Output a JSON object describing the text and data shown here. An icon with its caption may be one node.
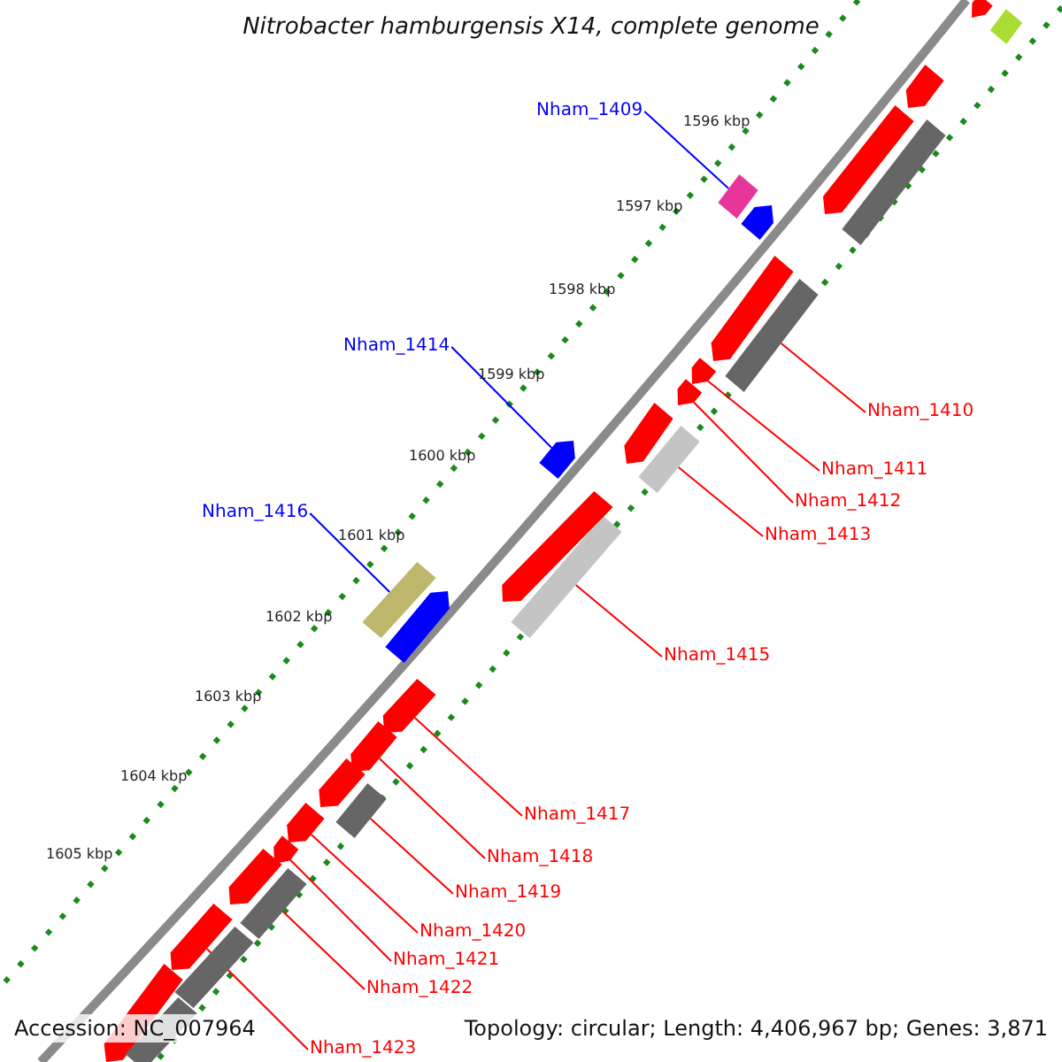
{
  "diagram": {
    "title": "Nitrobacter hamburgensis X14, complete genome",
    "nodes": [
      {
        "text": [
          "Nham_1409"
        ]
      },
      {
        "text": [],
        "shape": "bar"
      },
      {
        "text": [
          "Nham_1410"
        ]
      },
      {
        "text": [],
        "shape": "bar"
      },
      {
        "text": [
          "Nham_1411"
        ]
      },
      {
        "text": [],
        "shape": "bar"
      },
      {
        "text": [
          "Nham_1412"
        ]
      },
      {
        "text": [],
        "shape": "bar"
      },
      {
        "text": [
          "Nham_1413"
        ]
      },
      {
        "text": [],
        "shape": "bar"
      },
      {
        "text": [
          "Nham_1414"
        ]
      },
      {
        "text": [],
        "shape": "bar"
      },
      {
        "text": [
          "Nham_1415"
        ]
      },
      {
        "text": [],
        "shape": "bar"
      },
      {
        "text": [
          "Nham_1416"
        ]
      },
      {
        "text": [],
        "shape": "bar"
      },
      {
        "text": [
          "Nham_1417"
        ]
      },
      {
        "text": [],
        "shape": "bar"
      },
      {
        "text": [
          "Nham_1418"
        ]
      },
      {
        "text": [],
        "shape": "bar"
      },
      {
        "text": [
          "Nham_1419"
        ]
      },
      {
        "text": [],
        "shape": "bar"
      },
      {
        "text": [
          "Nham_1420"
        ]
      },
      {
        "text": [],
        "shape": "bar"
      },
      {
        "text": [
          "Nham_1421"
        ]
      },
      {
        "text": [],
        "shape": "bar"
      },
      {
        "text": [
          "Nham_1422"
        ]
      },
      {
        "text": [],
        "shape": "bar"
      },
      {
        "text": [
          "Nham_1423"
        ]
      },
      {
        "text": [],
        "shape": "bar"
      },
      {
        "text": [],
        "shape": "bar"
      },
      {
        "text": [],
        "shape": "bar"
      },
      {
        "text": [],
        "shape": "bar"
      },
      {
        "text": [],
        "shape": "bar"
      },
      {
        "text": [],
        "shape": "bar"
      },
      {
        "text": [],
        "shape": "bar"
      },
      {
        "text": [],
        "shape": "bar"
      },
      {
        "text": [],
        "shape": "bar"
      },
      {
        "text": [],
        "shape": "bar"
      },
      {
        "text": [],
        "shape": "bar"
      },
      {
        "text": [],
        "shape": "bar"
      },
      {
        "text": [],
        "shape": "bar"
      },
      {
        "text": [],
        "shape": "bar"
      },
      {
        "text": [],
        "shape": "bar"
      },
      {
        "text": [],
        "shape": "bar"
      }
    ],
    "edges": [
      {
        "from": 0,
        "to": 1,
        "arrow": "none",
        "color": "#0000ff"
      },
      {
        "from": 2,
        "to": 3,
        "arrow": "none"
      },
      {
        "from": 4,
        "to": 5,
        "arrow": "none"
      },
      {
        "from": 6,
        "to": 7,
        "arrow": "none"
      },
      {
        "from": 8,
        "to": 9,
        "arrow": "none"
      },
      {
        "from": 10,
        "to": 11,
        "arrow": "none",
        "color": "#0000ff"
      },
      {
        "from": 12,
        "to": 13,
        "arrow": "none"
      },
      {
        "from": 14,
        "to": 15,
        "arrow": "none",
        "color": "#0000ff"
      },
      {
        "from": 16,
        "to": 17,
        "arrow": "none"
      },
      {
        "from": 18,
        "to": 19,
        "arrow": "none"
      },
      {
        "from": 20,
        "to": 21,
        "arrow": "none"
      },
      {
        "from": 22,
        "to": 23,
        "arrow": "none"
      },
      {
        "from": 24,
        "to": 25,
        "arrow": "none"
      },
      {
        "from": 26,
        "to": 27,
        "arrow": "none"
      },
      {
        "from": 28,
        "to": 29,
        "arrow": "none"
      }
    ],
    "labels": [
      "1596 kbp",
      "1597 kbp",
      "1598 kbp",
      "1599 kbp",
      "1600 kbp",
      "1601 kbp",
      "1602 kbp",
      "1603 kbp",
      "1604 kbp",
      "1605 kbp",
      "Accession: NC_007964",
      "Topology: circular; Length: 4,406,967 bp; Genes: 3,871"
    ]
  }
}
